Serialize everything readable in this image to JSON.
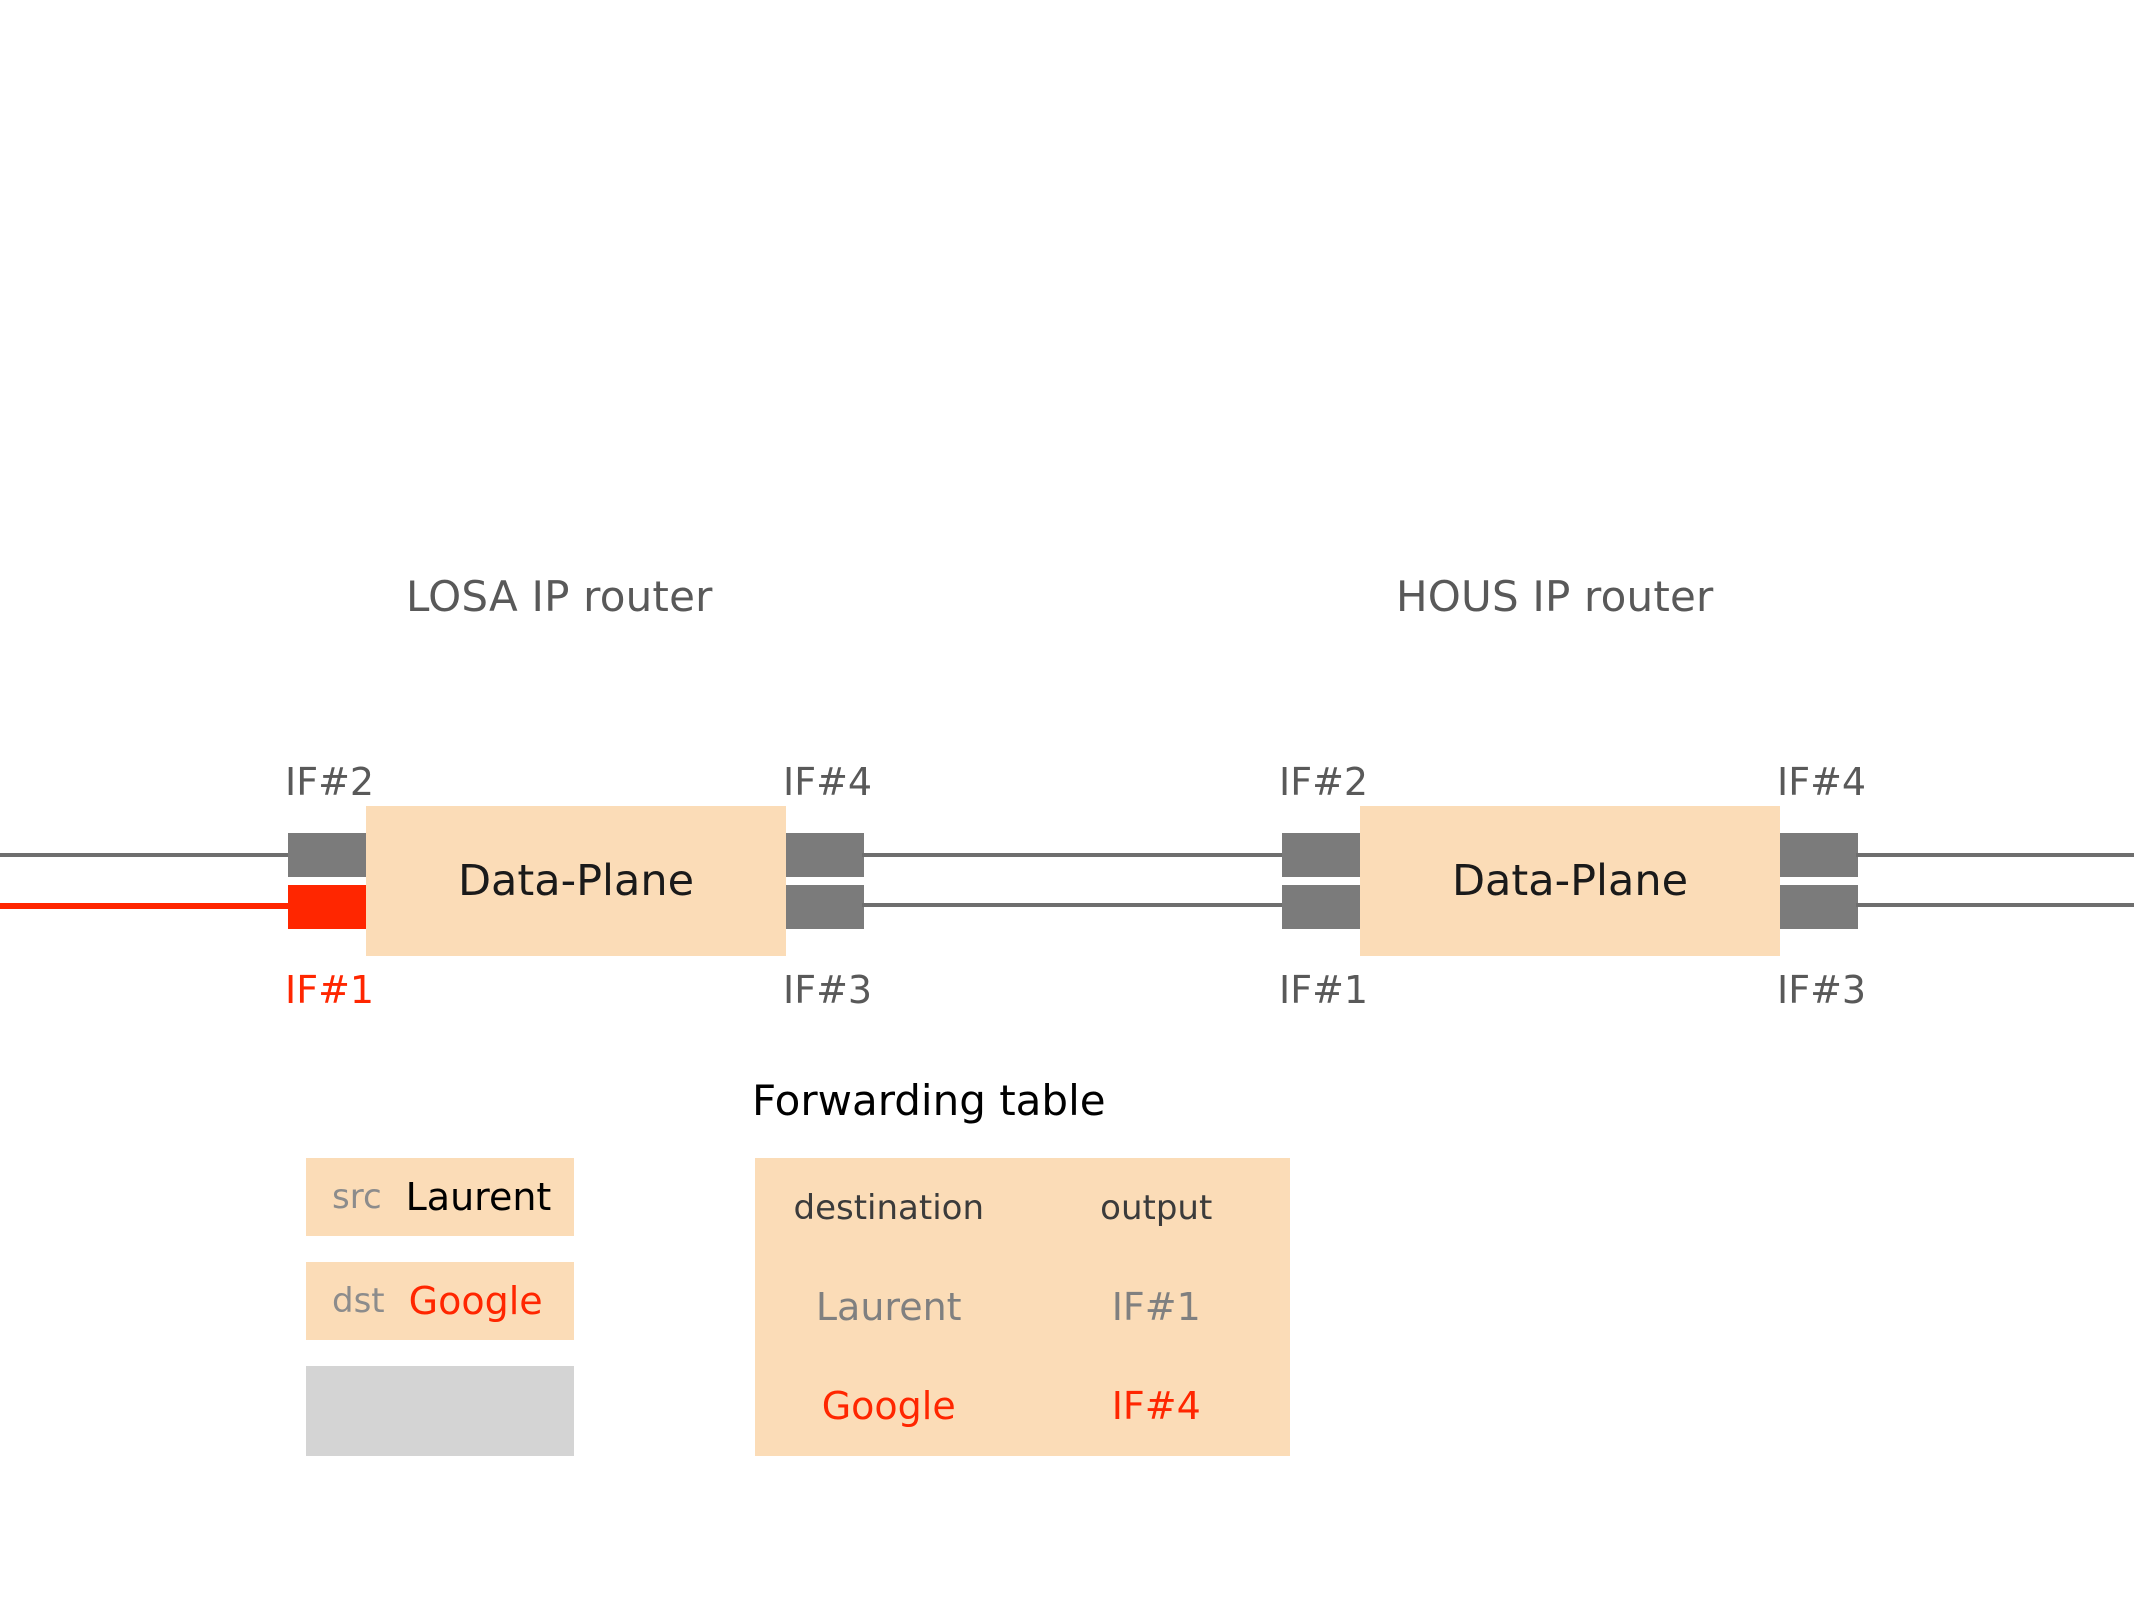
{
  "routers": [
    {
      "title": "LOSA IP router",
      "box_label": "Data-Plane",
      "interfaces": {
        "top_left": "IF#2",
        "bottom_left": "IF#1",
        "top_right": "IF#4",
        "bottom_right": "IF#3"
      },
      "highlighted_interface": "IF#1"
    },
    {
      "title": "HOUS IP router",
      "box_label": "Data-Plane",
      "interfaces": {
        "top_left": "IF#2",
        "bottom_left": "IF#1",
        "top_right": "IF#4",
        "bottom_right": "IF#3"
      },
      "highlighted_interface": ""
    }
  ],
  "packet": {
    "src_key": "src",
    "src_value": "Laurent",
    "dst_key": "dst",
    "dst_value": "Google",
    "payload_label": ""
  },
  "forwarding_table": {
    "title": "Forwarding table",
    "headers": [
      "destination",
      "output"
    ],
    "rows": [
      {
        "destination": "Laurent",
        "output": "IF#1",
        "state": "normal"
      },
      {
        "destination": "Google",
        "output": "IF#4",
        "state": "highlight"
      }
    ]
  },
  "colors": {
    "accent_orange": "#FBDCB7",
    "highlight_red": "#FF2600",
    "interface_gray": "#7B7B7B",
    "text_gray": "#595959",
    "payload_gray": "#D4D4D4",
    "wire_gray": "#6E6E6E"
  }
}
